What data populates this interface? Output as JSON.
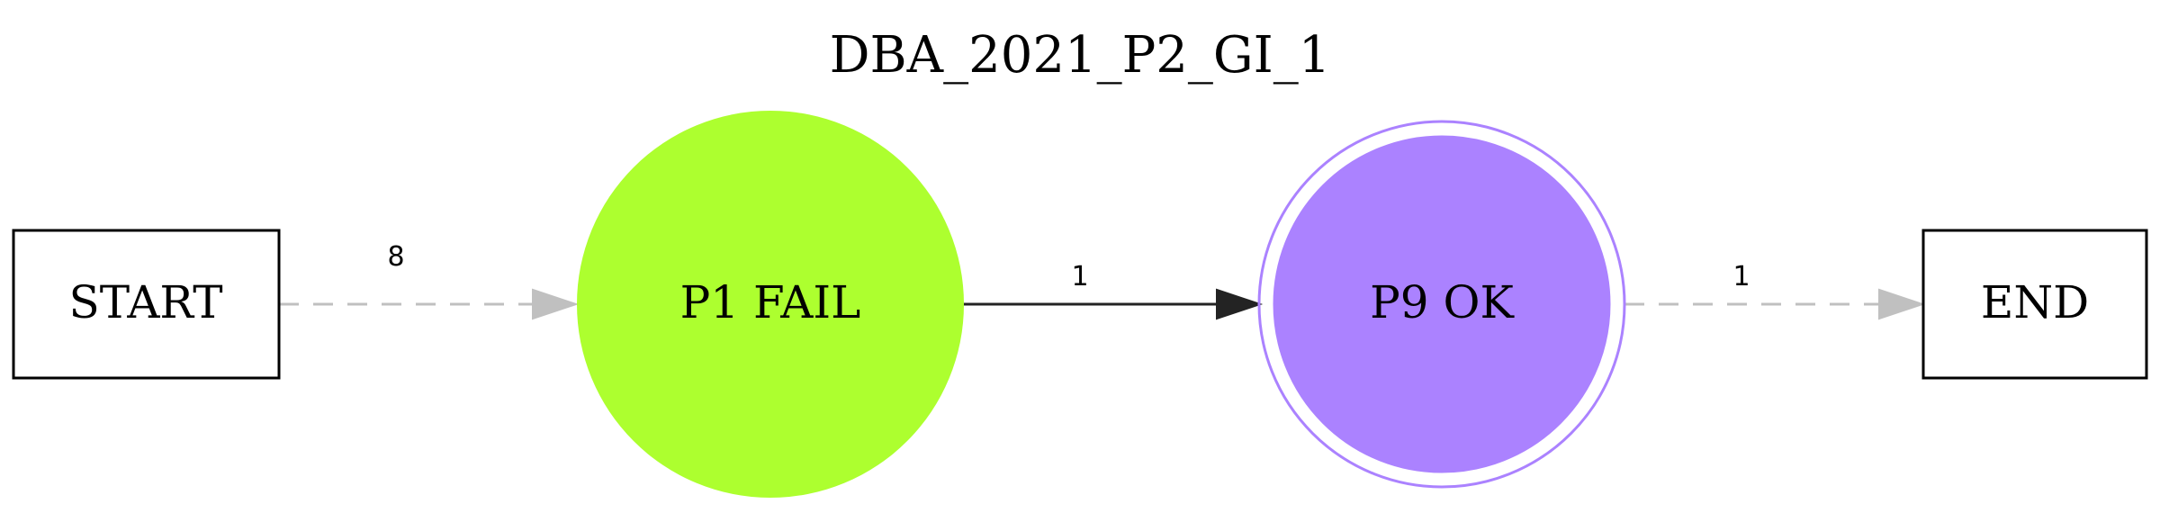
{
  "title": "DBA_2021_P2_GI_1",
  "nodes": {
    "start": {
      "label": "START"
    },
    "p1": {
      "label": "P1 FAIL",
      "color": "#adff2f"
    },
    "p9": {
      "label": "P9 OK",
      "color": "#ab82ff"
    },
    "end": {
      "label": "END"
    }
  },
  "edges": {
    "start_p1": {
      "label": "8",
      "color": "#c0c0c0",
      "style": "dashed"
    },
    "p1_p9": {
      "label": "1",
      "color": "#232323",
      "style": "solid"
    },
    "p9_end": {
      "label": "1",
      "color": "#c0c0c0",
      "style": "dashed"
    }
  }
}
